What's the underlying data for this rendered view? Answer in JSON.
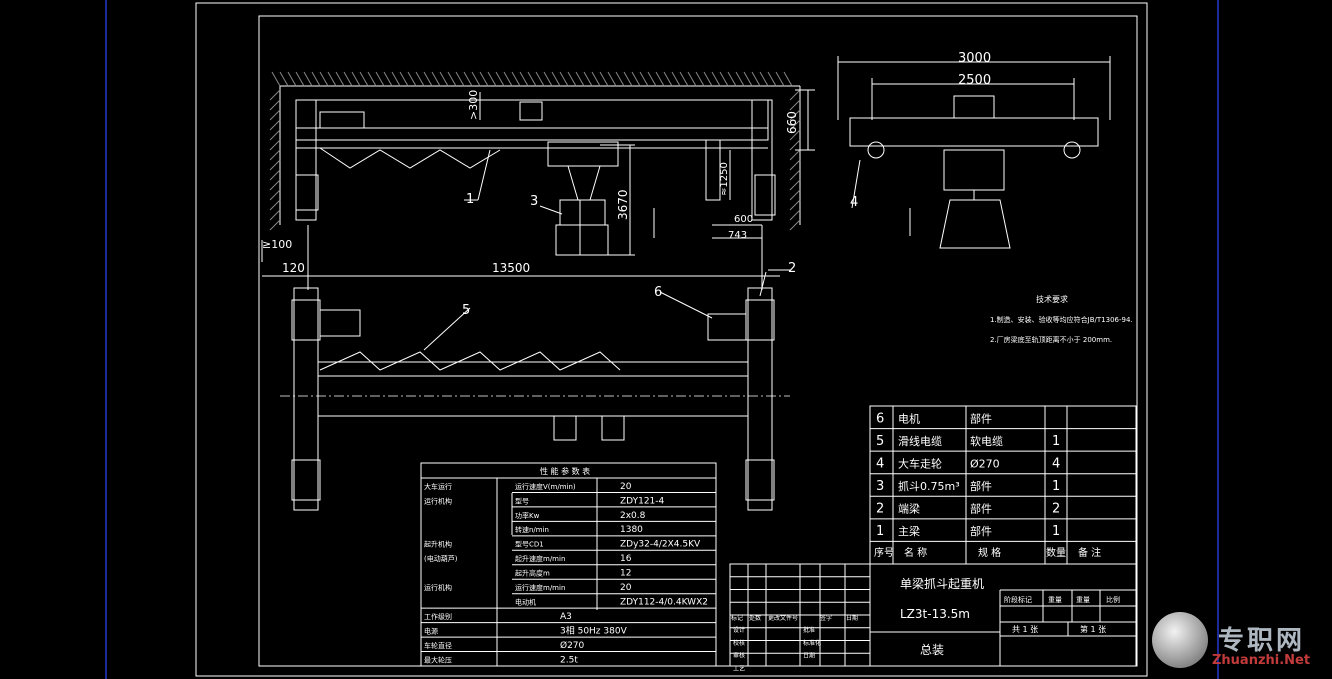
{
  "dims": {
    "d3000": "3000",
    "d2500": "2500",
    "d660": "660",
    "d300": ">300",
    "d3670": "3670",
    "d1250": "≈1250",
    "d600": "600",
    "d743": "743",
    "d100": "≥100",
    "d120": "120",
    "d13500": "13500"
  },
  "callouts": [
    "1",
    "2",
    "3",
    "4",
    "5",
    "6"
  ],
  "tech_req": {
    "title": "技术要求",
    "line1": "1.制造、安装、验收等均应符合JB/T1306-94.",
    "line2": "2.厂房梁底至轨顶距离不小于 200mm."
  },
  "params_table": {
    "title": "性 能 参 数 表",
    "rows": [
      {
        "label": "大车运行",
        "sub": "运行速度V(m/min)",
        "value": "20"
      },
      {
        "label": "运行机构",
        "sub": "型号",
        "value": "ZDY121-4"
      },
      {
        "label": "",
        "sub": "功率Kw",
        "value": "2x0.8"
      },
      {
        "label": "",
        "sub": "转速n/min",
        "value": "1380"
      },
      {
        "label": "起升机构",
        "sub": "型号CD1",
        "value": "ZDy32-4/2X4.5KV"
      },
      {
        "label": "(电动葫芦)",
        "sub": "起升速度m/min",
        "value": "16"
      },
      {
        "label": "",
        "sub": "起升高度m",
        "value": "12"
      },
      {
        "label": "运行机构",
        "sub": "运行速度m/min",
        "value": "20"
      },
      {
        "label": "",
        "sub": "电动机",
        "value": "ZDY112-4/0.4KWX2"
      },
      {
        "label": "工作级别",
        "sub": "",
        "value": "A3"
      },
      {
        "label": "电源",
        "sub": "",
        "value": "3相 50Hz 380V"
      },
      {
        "label": "车轮直径",
        "sub": "",
        "value": "Ø270"
      },
      {
        "label": "最大轮压",
        "sub": "",
        "value": "2.5t"
      }
    ]
  },
  "parts_table": {
    "rows": [
      {
        "no": "6",
        "name": "电机",
        "spec": "部件",
        "qty": ""
      },
      {
        "no": "5",
        "name": "滑线电缆",
        "spec": "软电缆",
        "qty": "1"
      },
      {
        "no": "4",
        "name": "大车走轮",
        "spec": "Ø270",
        "qty": "4"
      },
      {
        "no": "3",
        "name": "抓斗0.75m³",
        "spec": "部件",
        "qty": "1"
      },
      {
        "no": "2",
        "name": "端梁",
        "spec": "部件",
        "qty": "2"
      },
      {
        "no": "1",
        "name": "主梁",
        "spec": "部件",
        "qty": "1"
      }
    ],
    "header": {
      "no": "序号",
      "name": "名 称",
      "spec": "规 格",
      "qty": "数量",
      "note": "备 注"
    }
  },
  "title_block": {
    "name": "单梁抓斗起重机",
    "model": "LZ3t-13.5m",
    "drawing": "总装",
    "stage": "阶段标记",
    "weight": "重量",
    "scale": "比例",
    "sheets": "共 1 张",
    "sheet": "第 1 张",
    "sign_headers": [
      "标记",
      "处数",
      "更改文件号",
      "签字",
      "日期"
    ],
    "roles": [
      "设计",
      "校核",
      "审核",
      "工艺",
      "批准",
      "标准化",
      "日期"
    ]
  },
  "watermark": {
    "brand": "专职网",
    "url": "Zhuanzhi.Net"
  }
}
